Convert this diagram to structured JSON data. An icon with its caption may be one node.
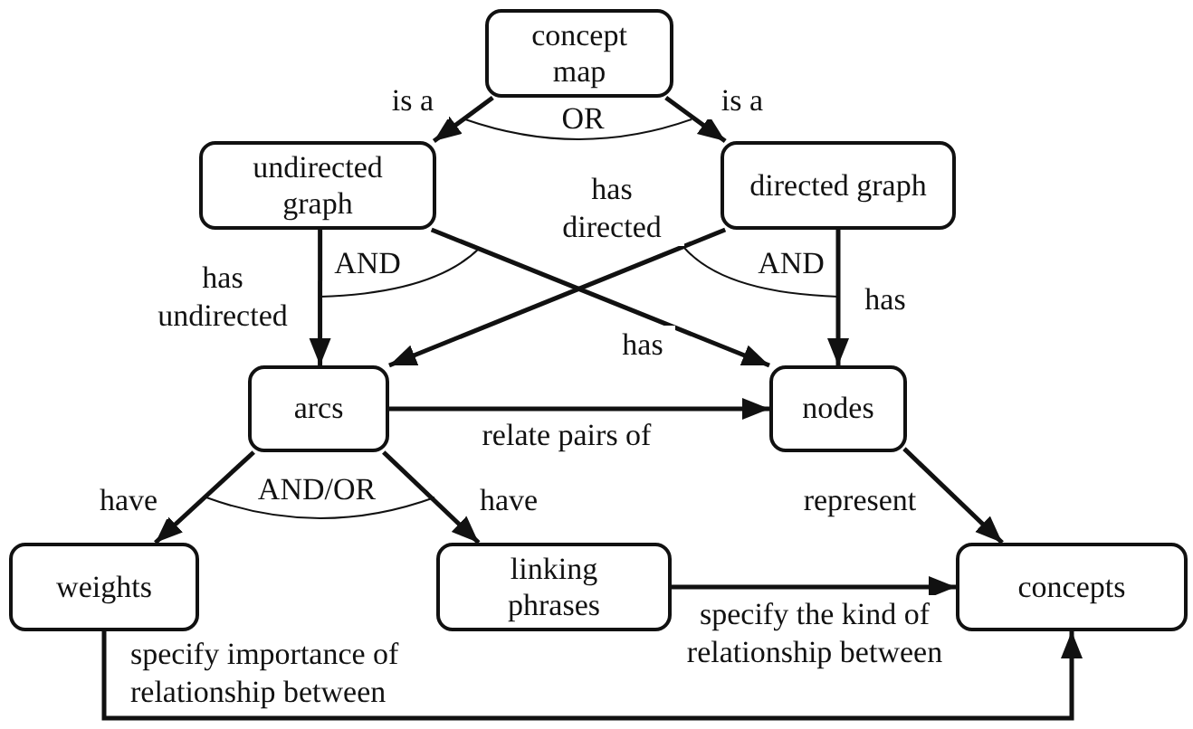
{
  "diagram": {
    "nodes": [
      {
        "text": [
          "concept map"
        ]
      },
      {
        "text": [
          "undirected graph"
        ]
      },
      {
        "text": [
          "directed graph"
        ]
      },
      {
        "text": [
          "arcs"
        ]
      },
      {
        "text": [
          "nodes"
        ]
      },
      {
        "text": [
          "weights"
        ]
      },
      {
        "text": [
          "linking phrases"
        ]
      },
      {
        "text": [
          "concepts"
        ]
      }
    ],
    "edges": [
      {
        "from": 0,
        "to": 1,
        "arrow": "to",
        "label": "is a"
      },
      {
        "from": 0,
        "to": 2,
        "arrow": "to",
        "label": "is a"
      },
      {
        "from": 1,
        "to": 3,
        "arrow": "to",
        "label": "has undirected"
      },
      {
        "from": 1,
        "to": 4,
        "arrow": "to",
        "label": "has"
      },
      {
        "from": 2,
        "to": 3,
        "arrow": "to",
        "label": "has directed"
      },
      {
        "from": 2,
        "to": 4,
        "arrow": "to",
        "label": "has"
      },
      {
        "from": 3,
        "to": 4,
        "arrow": "to",
        "label": "relate pairs of"
      },
      {
        "from": 3,
        "to": 5,
        "arrow": "to",
        "label": "have"
      },
      {
        "from": 3,
        "to": 6,
        "arrow": "to",
        "label": "have"
      },
      {
        "from": 4,
        "to": 7,
        "arrow": "to",
        "label": "represent"
      },
      {
        "from": 6,
        "to": 7,
        "arrow": "to",
        "label": "specify the kind of relationship between"
      },
      {
        "from": 5,
        "to": 7,
        "arrow": "to",
        "label": "specify importance of relationship between"
      }
    ],
    "labels": [
      "OR",
      "AND",
      "AND",
      "AND/OR"
    ]
  }
}
